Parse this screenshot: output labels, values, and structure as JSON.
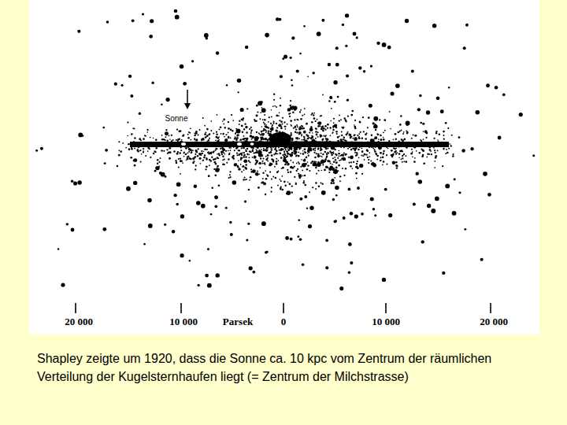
{
  "diagram": {
    "caption": "Shapley zeigte um 1920, dass die Sonne ca. 10 kpc vom Zentrum der räumlichen Verteilung der Kugelsternhaufen liegt (= Zentrum der Milchstrasse)",
    "labels": [
      "Sonne",
      "20 000",
      "10 000",
      "Parsek",
      "0",
      "10 000",
      "20 000"
    ]
  }
}
